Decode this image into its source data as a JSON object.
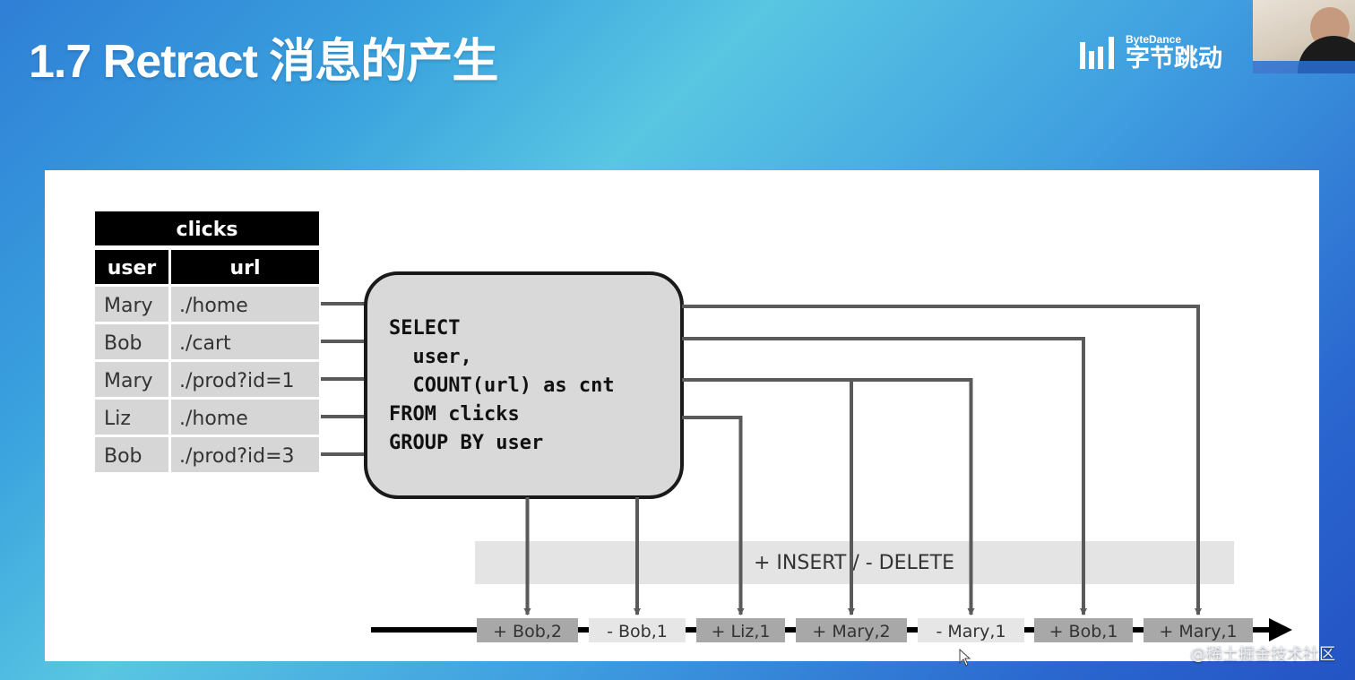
{
  "title": "1.7 Retract 消息的产生",
  "brand": {
    "en": "ByteDance",
    "cn": "字节跳动"
  },
  "table": {
    "name": "clicks",
    "columns": [
      "user",
      "url"
    ],
    "rows": [
      [
        "Mary",
        "./home"
      ],
      [
        "Bob",
        "./cart"
      ],
      [
        "Mary",
        "./prod?id=1"
      ],
      [
        "Liz",
        "./home"
      ],
      [
        "Bob",
        "./prod?id=3"
      ]
    ]
  },
  "query": [
    "SELECT",
    "  user,",
    "  COUNT(url) as cnt",
    "FROM clicks",
    "GROUP BY user"
  ],
  "band_label": "+ INSERT / - DELETE",
  "outputs": [
    {
      "label": "+ Bob,2",
      "kind": "insert"
    },
    {
      "label": "- Bob,1",
      "kind": "delete"
    },
    {
      "label": "+ Liz,1",
      "kind": "insert"
    },
    {
      "label": "+ Mary,2",
      "kind": "insert"
    },
    {
      "label": "- Mary,1",
      "kind": "delete"
    },
    {
      "label": "+ Bob,1",
      "kind": "insert"
    },
    {
      "label": "+ Mary,1",
      "kind": "insert"
    }
  ],
  "watermark": "@稀土掘金技术社区",
  "colors": {
    "table_header": "#000000",
    "table_cell": "#d6d6d6",
    "query_box": "#d9d9d9",
    "band": "#e4e4e4",
    "connector": "#5a5a5a",
    "insert_fill": "#a8a8a8",
    "delete_fill": "#e6e6e6"
  }
}
